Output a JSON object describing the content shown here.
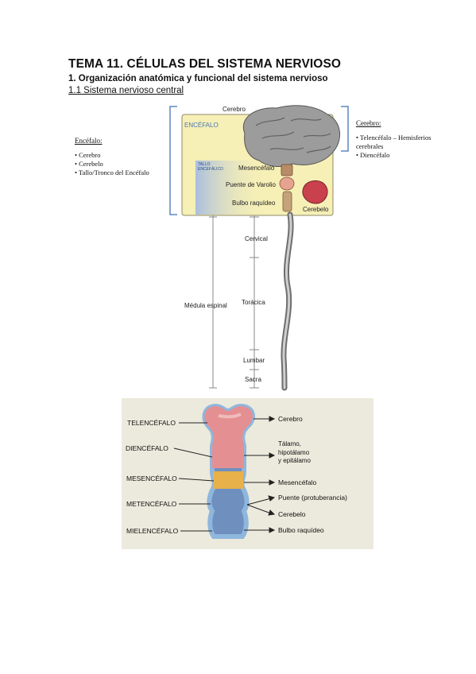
{
  "document": {
    "title": "TEMA 11. CÉLULAS DEL SISTEMA NERVIOSO",
    "section": "1. Organización anatómica y funcional del sistema nervioso",
    "subsection": "1.1 Sistema nervioso central"
  },
  "figure1": {
    "encefalo_note": {
      "title": "Encéfalo:",
      "items": [
        "Cerebro",
        "Cerebelo",
        "Tallo/Tronco del Encéfalo"
      ]
    },
    "cerebro_note": {
      "title": "Cerebro:",
      "items": [
        "Telencéfalo – Hemisferios cerebrales",
        "Diencéfalo"
      ]
    },
    "labels": {
      "cerebro": "Cerebro",
      "encefalo": "ENCÉFALO",
      "tallo": "TALLO ENCEFÁLICO",
      "mesencefalo": "Mesencéfalo",
      "puente": "Puente de Varolio",
      "bulbo": "Bulbo raquídeo",
      "cerebelo": "Cerebelo",
      "cervical": "Cervical",
      "toracica": "Torácica",
      "lumbar": "Lumbar",
      "sacra": "Sacra",
      "medula": "Médula espinal"
    }
  },
  "figure2": {
    "left_labels": [
      "TELENCÉFALO",
      "DIENCÉFALO",
      "MESENCÉFALO",
      "METENCÉFALO",
      "MIELENCÉFALO"
    ],
    "right_labels": {
      "cerebro": "Cerebro",
      "talamo_1": "Tálamo,",
      "talamo_2": "hipotálamo",
      "talamo_3": "y epitálamo",
      "mesencefalo": "Mesencéfalo",
      "puente": "Puente (protuberancia)",
      "cerebelo": "Cerebelo",
      "bulbo": "Bulbo raquídeo"
    },
    "colors": {
      "background": "#eceadc",
      "telencefalo": "#e48f92",
      "mesencefalo": "#e8b14a",
      "metencefalo": "#6f8fbf"
    }
  }
}
